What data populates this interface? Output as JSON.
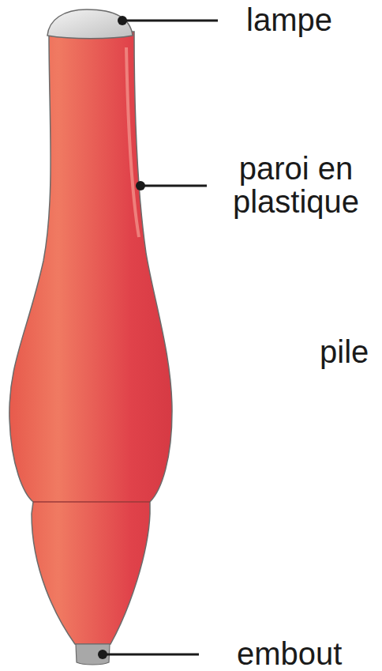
{
  "diagram": {
    "labels": [
      "lampe",
      "paroi en plastique",
      "pile",
      "embout"
    ]
  }
}
